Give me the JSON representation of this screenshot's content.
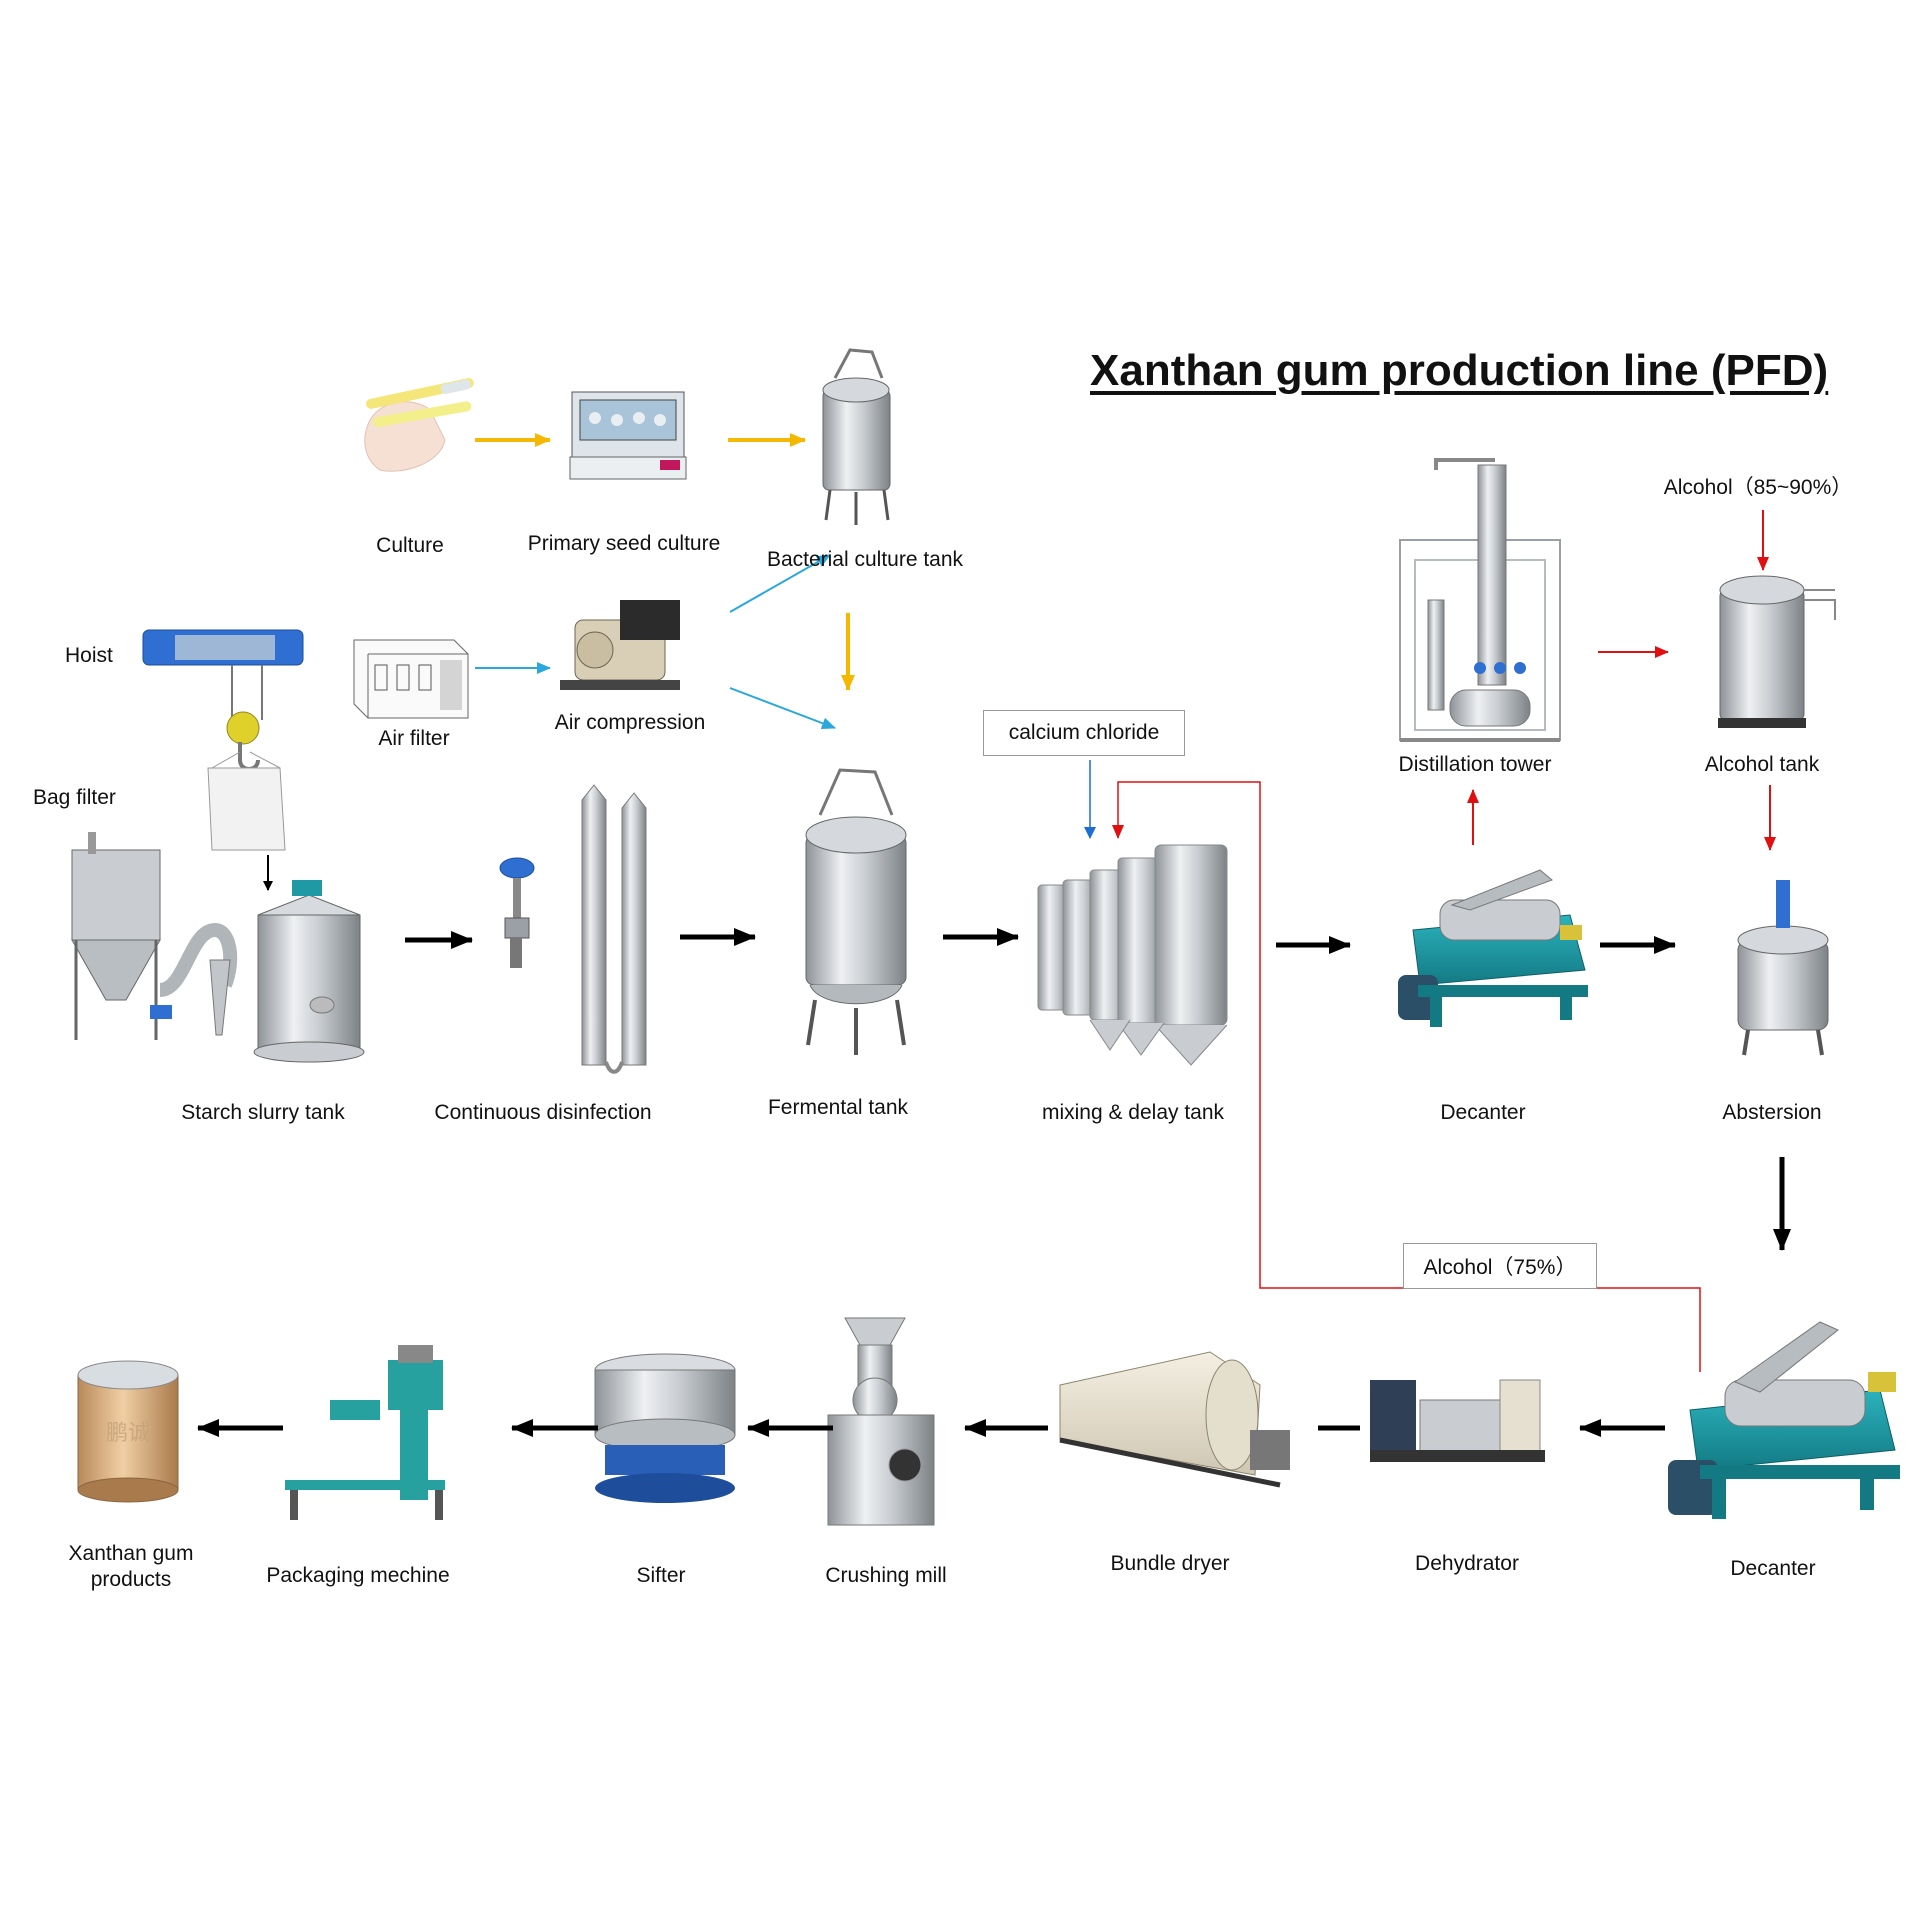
{
  "title": "Xanthan gum production line (PFD)",
  "colors": {
    "flow_arrow": "#000000",
    "culture_arrow": "#f5b800",
    "air_arrow": "#2aa7dd",
    "alcohol_line": "#e01010",
    "calcium_arrow": "#1a6fd1",
    "steel": "#c4c8cc",
    "teal_machine": "#1f9aa5",
    "yellow_hoist": "#e0d12a",
    "blue_hoist": "#2f6fd1"
  },
  "labels": {
    "culture": "Culture",
    "primary_seed_culture": "Primary seed culture",
    "bacterial_culture_tank": "Bacterial culture tank",
    "hoist": "Hoist",
    "air_filter": "Air filter",
    "air_compression": "Air compression",
    "bag_filter": "Bag filter",
    "starch_slurry_tank": "Starch slurry tank",
    "continuous_disinfection": "Continuous disinfection",
    "fermental_tank": "Fermental tank",
    "calcium_chloride": "calcium chloride",
    "mixing_delay_tank": "mixing & delay  tank",
    "distillation_tower": "Distillation tower",
    "alcohol_85_90": "Alcohol（85~90%）",
    "alcohol_tank": "Alcohol tank",
    "decanter_1": "Decanter",
    "abstersion": "Abstersion",
    "alcohol_75": "Alcohol（75%）",
    "decanter_2": "Decanter",
    "dehydrator": "Dehydrator",
    "bundle_dryer": "Bundle dryer",
    "crushing_mill": "Crushing  mill",
    "sifter": "Sifter",
    "packaging_mechine": "Packaging mechine",
    "xanthan_gum_products_line1": "Xanthan gum",
    "xanthan_gum_products_line2": "products"
  },
  "drum_mark": "鹏诚"
}
